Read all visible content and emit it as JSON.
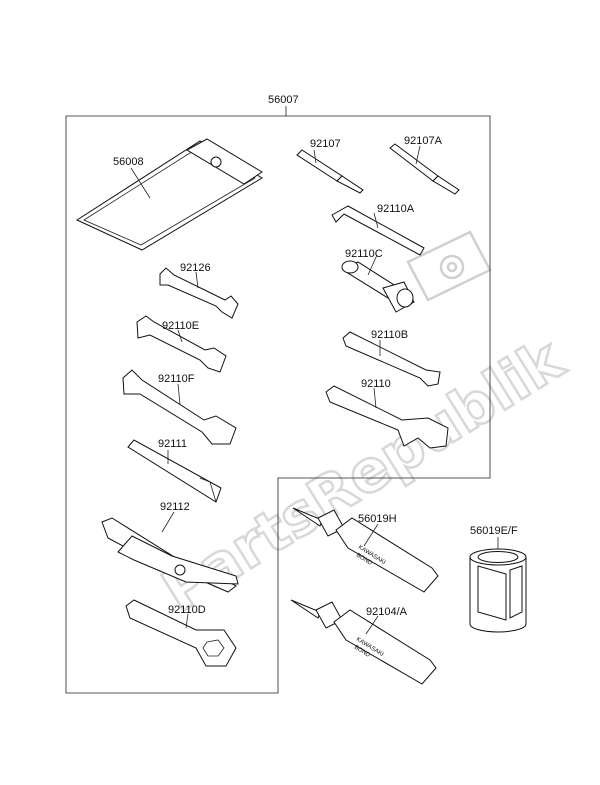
{
  "diagram": {
    "labels": {
      "kit": "56007",
      "pouch": "56008",
      "driver_a": "92107",
      "driver_b": "92107A",
      "hex_key": "92110A",
      "socket": "92110C",
      "wrench_small": "92126",
      "wrench_e": "92110E",
      "wrench_f": "92110F",
      "wrench_b": "92110B",
      "wrench_large": "92110",
      "handle": "92111",
      "pliers": "92112",
      "ring": "92110D",
      "tube_h": "56019H",
      "tube_a": "92104/A",
      "can": "56019E/F"
    },
    "tube_print": {
      "brand": "KAWASAKI",
      "product": "BOND"
    },
    "watermark": "PartsRepublik"
  }
}
